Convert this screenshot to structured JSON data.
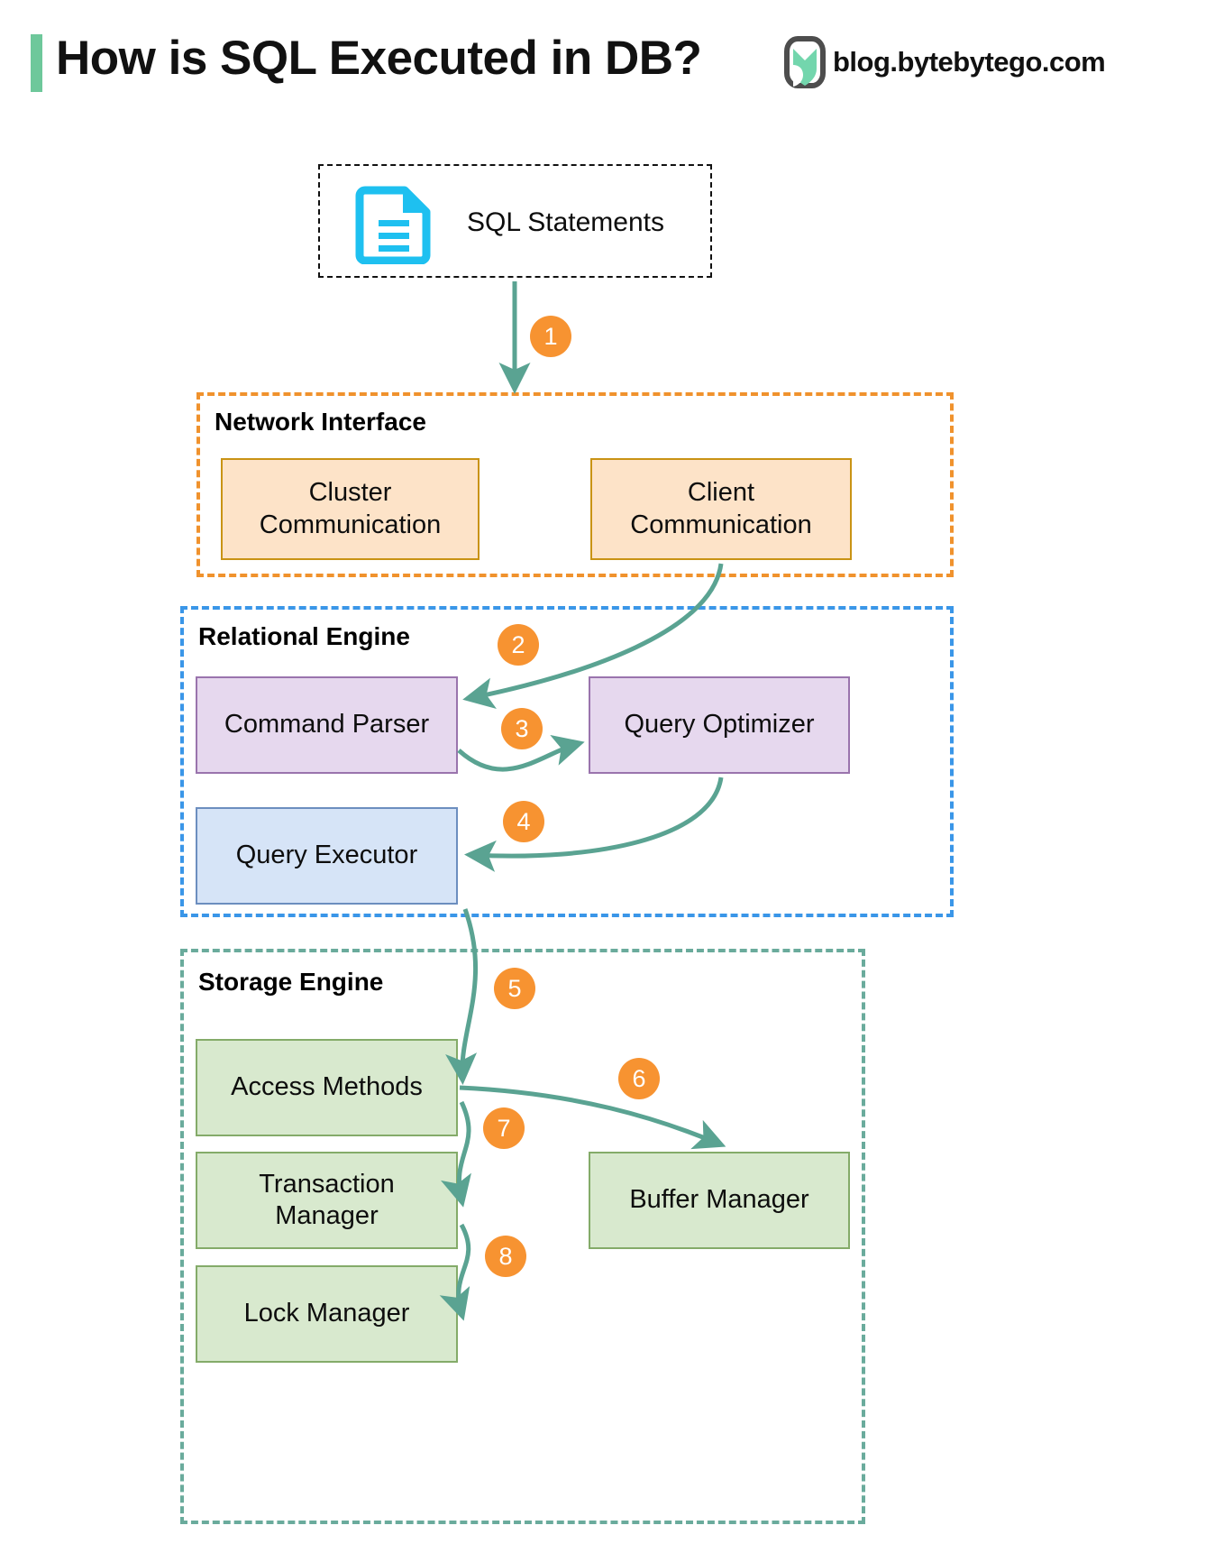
{
  "header": {
    "title": "How is SQL Executed in DB?",
    "brand_text": "blog.bytebytego.com",
    "accent_color": "#6ec89b",
    "logo_icon": "bytebytego-logo-icon"
  },
  "source": {
    "label": "SQL Statements",
    "icon": "document-icon",
    "icon_color": "#1ec0f0",
    "border_style": "dashed",
    "border_color": "#111111"
  },
  "groups": [
    {
      "id": "network-interface",
      "label": "Network Interface",
      "border_color": "#f0922d",
      "nodes": [
        {
          "id": "cluster-communication",
          "label": "Cluster\nCommunication",
          "fill": "#fde3c8",
          "stroke": "#c99314"
        },
        {
          "id": "client-communication",
          "label": "Client\nCommunication",
          "fill": "#fde3c8",
          "stroke": "#c99314"
        }
      ]
    },
    {
      "id": "relational-engine",
      "label": "Relational Engine",
      "border_color": "#3a96e8",
      "nodes": [
        {
          "id": "command-parser",
          "label": "Command Parser",
          "fill": "#e6d8ee",
          "stroke": "#9a74ad"
        },
        {
          "id": "query-optimizer",
          "label": "Query Optimizer",
          "fill": "#e6d8ee",
          "stroke": "#9a74ad"
        },
        {
          "id": "query-executor",
          "label": "Query Executor",
          "fill": "#d6e4f7",
          "stroke": "#6c8ebf"
        }
      ]
    },
    {
      "id": "storage-engine",
      "label": "Storage Engine",
      "border_color": "#6aab9c",
      "nodes": [
        {
          "id": "access-methods",
          "label": "Access Methods",
          "fill": "#d8e9ce",
          "stroke": "#84ab69"
        },
        {
          "id": "transaction-manager",
          "label": "Transaction\nManager",
          "fill": "#d8e9ce",
          "stroke": "#84ab69"
        },
        {
          "id": "lock-manager",
          "label": "Lock Manager",
          "fill": "#d8e9ce",
          "stroke": "#84ab69"
        },
        {
          "id": "buffer-manager",
          "label": "Buffer Manager",
          "fill": "#d8e9ce",
          "stroke": "#84ab69"
        }
      ]
    }
  ],
  "steps": [
    {
      "n": "1",
      "from": "sql-statements",
      "to": "network-interface"
    },
    {
      "n": "2",
      "from": "client-communication",
      "to": "command-parser"
    },
    {
      "n": "3",
      "from": "command-parser",
      "to": "query-optimizer"
    },
    {
      "n": "4",
      "from": "query-optimizer",
      "to": "query-executor"
    },
    {
      "n": "5",
      "from": "query-executor",
      "to": "access-methods"
    },
    {
      "n": "6",
      "from": "access-methods",
      "to": "buffer-manager"
    },
    {
      "n": "7",
      "from": "access-methods",
      "to": "transaction-manager"
    },
    {
      "n": "8",
      "from": "transaction-manager",
      "to": "lock-manager"
    }
  ],
  "arrow_color": "#5aa392",
  "badge_color": "#f79331"
}
